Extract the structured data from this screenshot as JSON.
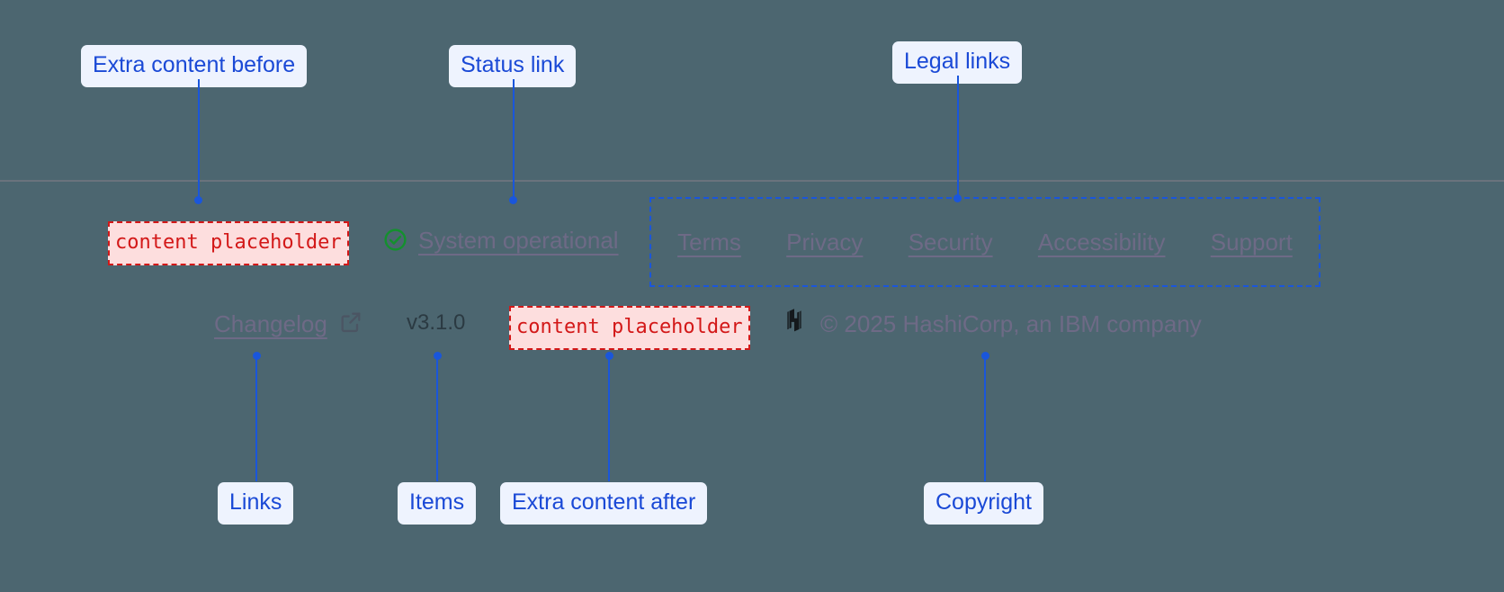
{
  "annotations": {
    "extra_before": "Extra content before",
    "status_link": "Status link",
    "legal_links": "Legal links",
    "links": "Links",
    "items": "Items",
    "extra_after": "Extra content after",
    "copyright": "Copyright"
  },
  "placeholders": {
    "before": "content placeholder",
    "after": "content placeholder"
  },
  "footer": {
    "status": {
      "label": "System operational",
      "icon": "check-circle-icon",
      "icon_color": "#14902e"
    },
    "legal_links": [
      {
        "label": "Terms"
      },
      {
        "label": "Privacy"
      },
      {
        "label": "Security"
      },
      {
        "label": "Accessibility"
      },
      {
        "label": "Support"
      }
    ],
    "changelog": {
      "label": "Changelog",
      "icon": "external-link-icon"
    },
    "version": "v3.1.0",
    "copyright": {
      "logo": "hashicorp-logo",
      "text": "© 2025 HashiCorp, an IBM company"
    }
  },
  "colors": {
    "background": "#4c6670",
    "annotation_blue": "#1a49d6",
    "annotation_bg": "#eef3fe",
    "placeholder_red": "#d31818",
    "placeholder_bg": "#fddede",
    "muted_text": "#6e6a86",
    "divider": "#6a737d",
    "status_green": "#14902e"
  }
}
